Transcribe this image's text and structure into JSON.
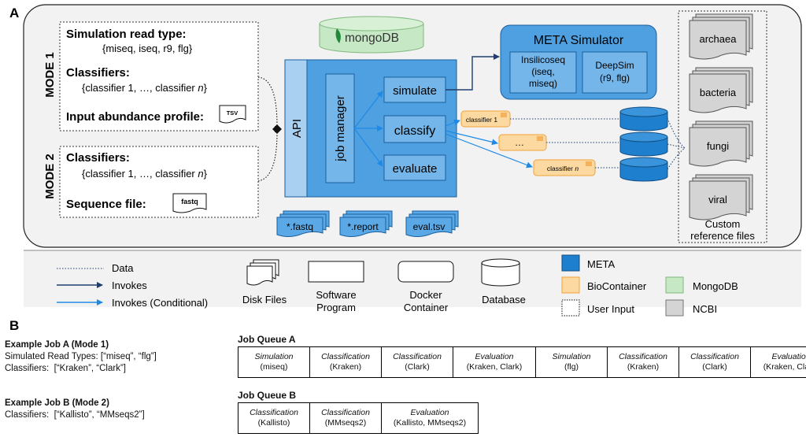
{
  "panel_a": {
    "label": "A",
    "mode1": {
      "title": "MODE 1",
      "sim_heading": "Simulation read type:",
      "sim_values": "{miseq, iseq, r9, flg}",
      "cls_heading": "Classifiers:",
      "cls_values_prefix": "{classifier 1, …, classifier ",
      "cls_values_n": "n",
      "cls_values_suffix": "}",
      "abundance_label": "Input abundance profile:",
      "abundance_file": "TSV"
    },
    "mode2": {
      "title": "MODE 2",
      "cls_heading": "Classifiers:",
      "cls_values_prefix": "{classifier 1, …, classifier ",
      "cls_values_n": "n",
      "cls_values_suffix": "}",
      "seq_label": "Sequence file:",
      "seq_file": "fastq"
    },
    "mongodb_label": "mongoDB",
    "api_label": "API",
    "job_manager_label": "job manager",
    "actions": [
      "simulate",
      "classify",
      "evaluate"
    ],
    "meta_simulator": {
      "title": "META Simulator",
      "tools": [
        {
          "line1": "Insilicoseq",
          "line2": "(iseq,",
          "line3": "miseq)"
        },
        {
          "line1": "DeepSim",
          "line2": "(r9, flg)",
          "line3": ""
        }
      ]
    },
    "classifiers": {
      "first": "classifier 1",
      "middle": "…",
      "last_prefix": "classifier ",
      "last_n": "n"
    },
    "outputs": [
      "*.fastq",
      "*.report",
      "eval.tsv"
    ],
    "references": {
      "items": [
        "archaea",
        "bacteria",
        "fungi",
        "viral"
      ],
      "caption_line1": "Custom",
      "caption_line2": "reference files"
    },
    "legend": {
      "data": "Data",
      "invokes": "Invokes",
      "invokes_conditional": "Invokes (Conditional)",
      "disk_files": "Disk Files",
      "software_line1": "Software",
      "software_line2": "Program",
      "docker_line1": "Docker",
      "docker_line2": "Container",
      "database": "Database",
      "meta": "META",
      "biocontainer": "BioContainer",
      "user_input": "User Input",
      "mongodb": "MongoDB",
      "ncbi": "NCBI"
    },
    "colors": {
      "background": "#f2f2f2",
      "meta_blue": "#1f7fcf",
      "meta_light": "#5aa9e6",
      "api_light": "#a9d0f1",
      "biocontainer": "#fcd9a0",
      "biocontainer_border": "#f2a13a",
      "mongodb_green": "#c6e8c5",
      "ncbi_gray": "#d4d4d4",
      "arrow_dark": "#1f3f6e",
      "arrow_light": "#1e8ae6"
    }
  },
  "panel_b": {
    "label": "B",
    "job_a": {
      "title": "Example Job A (Mode 1)",
      "line1": "Simulated Read Types: [“miseq”, “flg”]",
      "line2": "Classifiers:  [“Kraken”, “Clark”]"
    },
    "job_b": {
      "title": "Example Job B (Mode 2)",
      "line1": "Classifiers:  [“Kallisto”, “MMseqs2”]"
    },
    "queue_a": {
      "title": "Job Queue A",
      "cells": [
        {
          "task": "Simulation",
          "arg": "(miseq)"
        },
        {
          "task": "Classification",
          "arg": "(Kraken)"
        },
        {
          "task": "Classification",
          "arg": "(Clark)"
        },
        {
          "task": "Evaluation",
          "arg": "(Kraken, Clark)"
        },
        {
          "task": "Simulation",
          "arg": "(flg)"
        },
        {
          "task": "Classification",
          "arg": "(Kraken)"
        },
        {
          "task": "Classification",
          "arg": "(Clark)"
        },
        {
          "task": "Evaluation",
          "arg": "(Kraken, Clark)"
        }
      ]
    },
    "queue_b": {
      "title": "Job Queue B",
      "cells": [
        {
          "task": "Classification",
          "arg": "(Kallisto)"
        },
        {
          "task": "Classification",
          "arg": "(MMseqs2)"
        },
        {
          "task": "Evaluation",
          "arg": "(Kallisto, MMseqs2)"
        }
      ]
    }
  }
}
